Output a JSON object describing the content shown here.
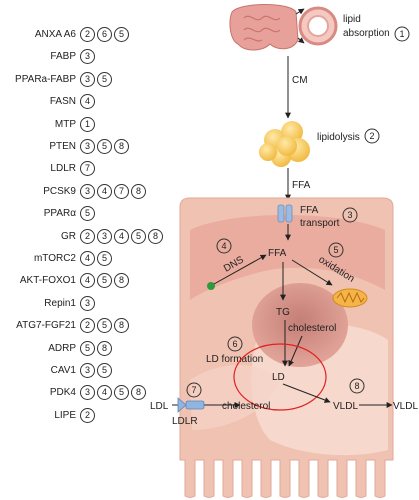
{
  "legend": [
    {
      "gene": "ANXA A6",
      "refs": [
        "2",
        "6",
        "5"
      ]
    },
    {
      "gene": "FABP",
      "refs": [
        "3"
      ]
    },
    {
      "gene": "PPARa-FABP",
      "refs": [
        "3",
        "5"
      ]
    },
    {
      "gene": "FASN",
      "refs": [
        "4"
      ]
    },
    {
      "gene": "MTP",
      "refs": [
        "1"
      ]
    },
    {
      "gene": "PTEN",
      "refs": [
        "3",
        "5",
        "8"
      ]
    },
    {
      "gene": "LDLR",
      "refs": [
        "7"
      ]
    },
    {
      "gene": "PCSK9",
      "refs": [
        "3",
        "4",
        "7",
        "8"
      ]
    },
    {
      "gene": "PPARα",
      "refs": [
        "5"
      ]
    },
    {
      "gene": "GR",
      "refs": [
        "2",
        "3",
        "4",
        "5",
        "8"
      ]
    },
    {
      "gene": "mTORC2",
      "refs": [
        "4",
        "5"
      ]
    },
    {
      "gene": "AKT-FOXO1",
      "refs": [
        "4",
        "5",
        "8"
      ]
    },
    {
      "gene": "Repin1",
      "refs": [
        "3"
      ]
    },
    {
      "gene": "ATG7-FGF21",
      "refs": [
        "2",
        "5",
        "8"
      ]
    },
    {
      "gene": "ADRP",
      "refs": [
        "5",
        "8"
      ]
    },
    {
      "gene": "CAV1",
      "refs": [
        "3",
        "5"
      ]
    },
    {
      "gene": "PDK4",
      "refs": [
        "3",
        "4",
        "5",
        "8"
      ]
    },
    {
      "gene": "LIPE",
      "refs": [
        "2"
      ]
    }
  ],
  "diagram": {
    "lipid_absorption_1": "lipid",
    "lipid_absorption_2": "absorption",
    "lipid_absorption_num": "1",
    "cm": "CM",
    "lipidolysis": "lipidolysis",
    "lipidolysis_num": "2",
    "ffa_top": "FFA",
    "ffa_transport_1": "FFA",
    "ffa_transport_2": "transport",
    "ffa_transport_num": "3",
    "dns_num": "4",
    "dns": "DNS",
    "ffa_center": "FFA",
    "oxidation_num": "5",
    "oxidation": "oxidation",
    "tg": "TG",
    "cholesterol_inner": "cholesterol",
    "ld_formation_num": "6",
    "ld_formation": "LD formation",
    "ld": "LD",
    "ldl": "LDL",
    "ldlr_num": "7",
    "ldlr": "LDLR",
    "cholesterol_low": "cholesterol",
    "vldl_num": "8",
    "vldl_in": "VLDL",
    "vldl_out": "VLDL"
  },
  "colors": {
    "cell": "#f0c2b2",
    "nucleus": "#d99a8e",
    "droplet": "#f5c64a",
    "er_circle": "#e02020",
    "dot": "#2e9a3c",
    "transporter": "#9bbce0"
  }
}
